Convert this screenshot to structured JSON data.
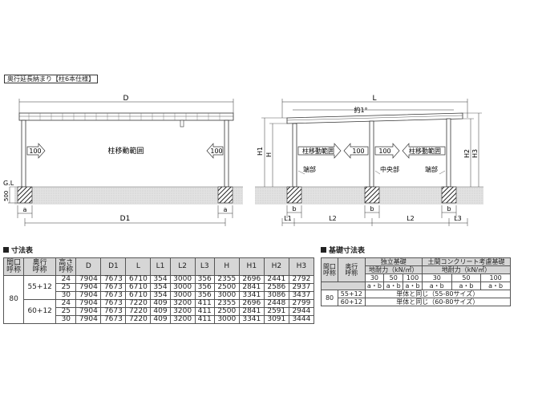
{
  "title": "奥行延長納まり【柱6本仕様】",
  "front_view": {
    "dim_D": "D",
    "dim_D1": "D1",
    "dim_a": "a",
    "gl": "G.L",
    "dim_500": "500",
    "arrow_label": "100",
    "range_label": "柱移動範囲"
  },
  "side_view": {
    "dim_L": "L",
    "dim_about": "約1°",
    "H1": "H1",
    "H": "H",
    "H2": "H2",
    "H3": "H3",
    "end_left": "端部",
    "center": "中央部",
    "end_right": "端部",
    "b": "b",
    "L1": "L1",
    "L2": "L2",
    "L3": "L3",
    "arrow_label": "100",
    "range_label": "柱移動範囲"
  },
  "dim_table": {
    "heading": "寸法表",
    "headers": [
      "間口\n呼称",
      "奥行\n呼称",
      "高さ\n呼称",
      "D",
      "D1",
      "L",
      "L1",
      "L2",
      "L3",
      "H",
      "H1",
      "H2",
      "H3"
    ],
    "frontage": "80",
    "groups": [
      {
        "depth": "55+12",
        "rows": [
          [
            "24",
            "7904",
            "7673",
            "6710",
            "354",
            "3000",
            "356",
            "2355",
            "2696",
            "2441",
            "2792"
          ],
          [
            "25",
            "7904",
            "7673",
            "6710",
            "354",
            "3000",
            "356",
            "2500",
            "2841",
            "2586",
            "2937"
          ],
          [
            "30",
            "7904",
            "7673",
            "6710",
            "354",
            "3000",
            "356",
            "3000",
            "3341",
            "3086",
            "3437"
          ]
        ]
      },
      {
        "depth": "60+12",
        "rows": [
          [
            "24",
            "7904",
            "7673",
            "7220",
            "409",
            "3200",
            "411",
            "2355",
            "2696",
            "2448",
            "2799"
          ],
          [
            "25",
            "7904",
            "7673",
            "7220",
            "409",
            "3200",
            "411",
            "2500",
            "2841",
            "2591",
            "2944"
          ],
          [
            "30",
            "7904",
            "7673",
            "7220",
            "409",
            "3200",
            "411",
            "3000",
            "3341",
            "3091",
            "3444"
          ]
        ]
      }
    ]
  },
  "foundation_table": {
    "heading": "基礎寸法表",
    "col_frontage": "間口\n呼称",
    "col_depth": "奥行\n呼称",
    "group_independent": "独立基礎",
    "group_concrete": "土間コンクリート考慮基礎",
    "load_label": "地耐力（kN/㎡）",
    "loads": [
      "30",
      "50",
      "100",
      "30",
      "50",
      "100"
    ],
    "ab": "a・b",
    "frontage": "80",
    "rows": [
      {
        "depth": "55+12",
        "value": "単体と同じ（55-80サイズ）"
      },
      {
        "depth": "60+12",
        "value": "単体と同じ（60-80サイズ）"
      }
    ]
  }
}
